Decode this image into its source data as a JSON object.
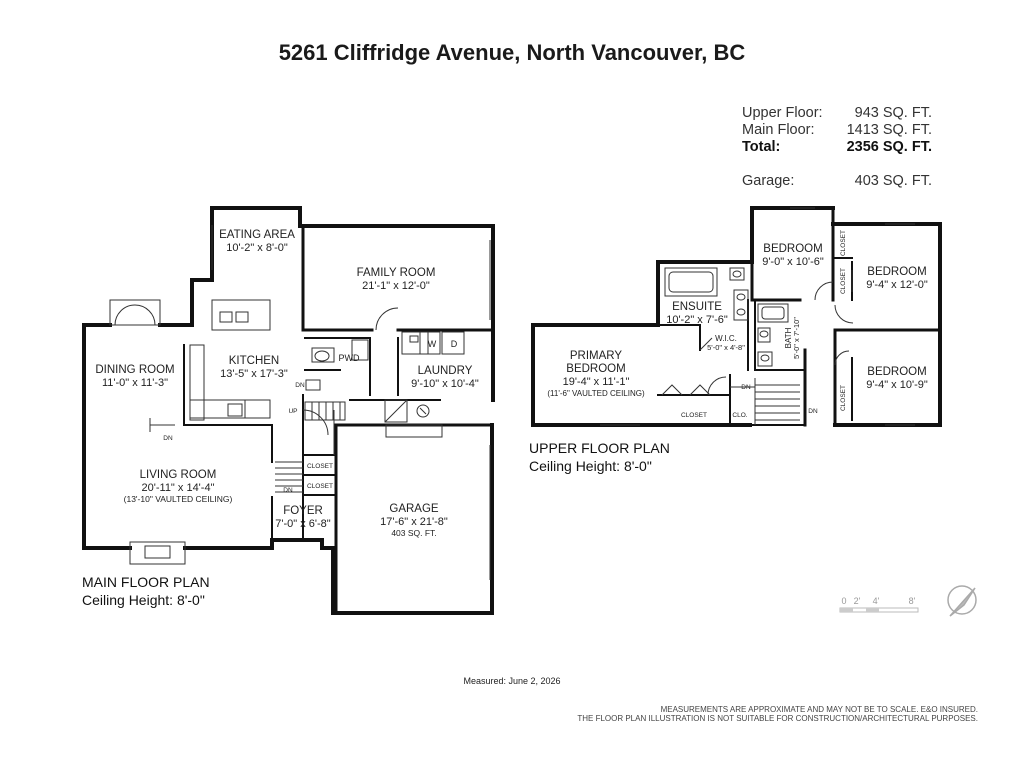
{
  "title": "5261 Cliffridge Avenue, North Vancouver, BC",
  "areas": {
    "upper_label": "Upper Floor:",
    "upper_value": "943 SQ. FT.",
    "main_label": "Main Floor:",
    "main_value": "1413 SQ. FT.",
    "total_label": "Total:",
    "total_value": "2356 SQ. FT.",
    "garage_label": "Garage:",
    "garage_value": "403 SQ. FT."
  },
  "main_floor": {
    "title": "MAIN FLOOR PLAN",
    "ceiling": "Ceiling Height: 8'-0\"",
    "rooms": {
      "eating": {
        "name": "EATING AREA",
        "dim": "10'-2\" x 8'-0\""
      },
      "family": {
        "name": "FAMILY ROOM",
        "dim": "21'-1\" x 12'-0\""
      },
      "dining": {
        "name": "DINING ROOM",
        "dim": "11'-0\" x 11'-3\""
      },
      "kitchen": {
        "name": "KITCHEN",
        "dim": "13'-5\" x 17'-3\""
      },
      "pwd": {
        "name": "PWD"
      },
      "laundry": {
        "name": "LAUNDRY",
        "dim": "9'-10\" x 10'-4\""
      },
      "living": {
        "name": "LIVING ROOM",
        "dim": "20'-11\" x 14'-4\"",
        "note": "(13'-10\" VAULTED CEILING)"
      },
      "foyer": {
        "name": "FOYER",
        "dim": "7'-0\" x 6'-8\""
      },
      "garage": {
        "name": "GARAGE",
        "dim": "17'-6\" x 21'-8\"",
        "note": "403 SQ. FT."
      },
      "closet1": {
        "name": "CLOSET"
      },
      "closet2": {
        "name": "CLOSET"
      }
    },
    "labels": {
      "w": "W",
      "d": "D",
      "dn1": "DN",
      "dn2": "DN",
      "dn3": "DN",
      "up": "UP"
    }
  },
  "upper_floor": {
    "title": "UPPER FLOOR PLAN",
    "ceiling": "Ceiling Height: 8'-0\"",
    "rooms": {
      "primary": {
        "name1": "PRIMARY",
        "name2": "BEDROOM",
        "dim": "19'-4\" x 11'-1\"",
        "note": "(11'-6\" VAULTED CEILING)"
      },
      "ensuite": {
        "name": "ENSUITE",
        "dim": "10'-2\" x 7'-6\""
      },
      "wic": {
        "name": "W.I.C.",
        "dim": "5'-0\" x 4'-8\""
      },
      "bath": {
        "name": "BATH",
        "dim": "5'-0\" x 7'-10\""
      },
      "bed1": {
        "name": "BEDROOM",
        "dim": "9'-0\" x 10'-6\""
      },
      "bed2": {
        "name": "BEDROOM",
        "dim": "9'-4\" x 12'-0\""
      },
      "bed3": {
        "name": "BEDROOM",
        "dim": "9'-4\" x 10'-9\""
      },
      "closet_a": {
        "name": "CLOSET"
      },
      "closet_b": {
        "name": "CLOSET"
      },
      "closet_c": {
        "name": "CLOSET"
      },
      "closet_d": {
        "name": "CLOSET"
      },
      "clo": {
        "name": "CLO."
      }
    },
    "labels": {
      "dn1": "DN",
      "dn2": "DN"
    }
  },
  "scale": {
    "t0": "0",
    "t1": "2'",
    "t2": "4'",
    "t3": "8'"
  },
  "footer": {
    "measured": "Measured: June 2, 2026",
    "disclaimer1": "MEASUREMENTS ARE APPROXIMATE AND MAY NOT BE TO SCALE. E&O INSURED.",
    "disclaimer2": "THE FLOOR PLAN ILLUSTRATION IS NOT SUITABLE FOR CONSTRUCTION/ARCHITECTURAL PURPOSES."
  }
}
